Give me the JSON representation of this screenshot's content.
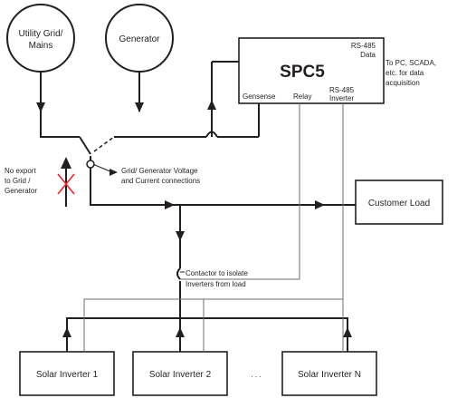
{
  "sources": {
    "utility_grid_line1": "Utility Grid/",
    "utility_grid_line2": "Mains",
    "generator": "Generator"
  },
  "controller": {
    "name": "SPC5",
    "rs485_data_line1": "RS-485",
    "rs485_data_line2": "Data",
    "gensense": "Gensense",
    "relay": "Relay",
    "rs485_inverter_line1": "RS-485",
    "rs485_inverter_line2": "Inverter"
  },
  "annotations": {
    "pc_line1": "To PC, SCADA,",
    "pc_line2": "etc. for data",
    "pc_line3": "acquisition",
    "no_export_line1": "No export",
    "no_export_line2": "to Grid /",
    "no_export_line3": "Generator",
    "voltage_line1": "Grid/ Generator Voltage",
    "voltage_line2": "and Current connections",
    "contactor_line1": "Contactor to isolate",
    "contactor_line2": "Inverters from load",
    "ellipsis": ". . ."
  },
  "load": {
    "label": "Customer Load"
  },
  "inverters": [
    {
      "label": "Solar Inverter 1"
    },
    {
      "label": "Solar Inverter 2"
    },
    {
      "label": "Solar Inverter N"
    }
  ],
  "colors": {
    "line_dark": "#231f20",
    "line_grey": "#6d6e71",
    "no_export_cross": "#e8262c"
  }
}
